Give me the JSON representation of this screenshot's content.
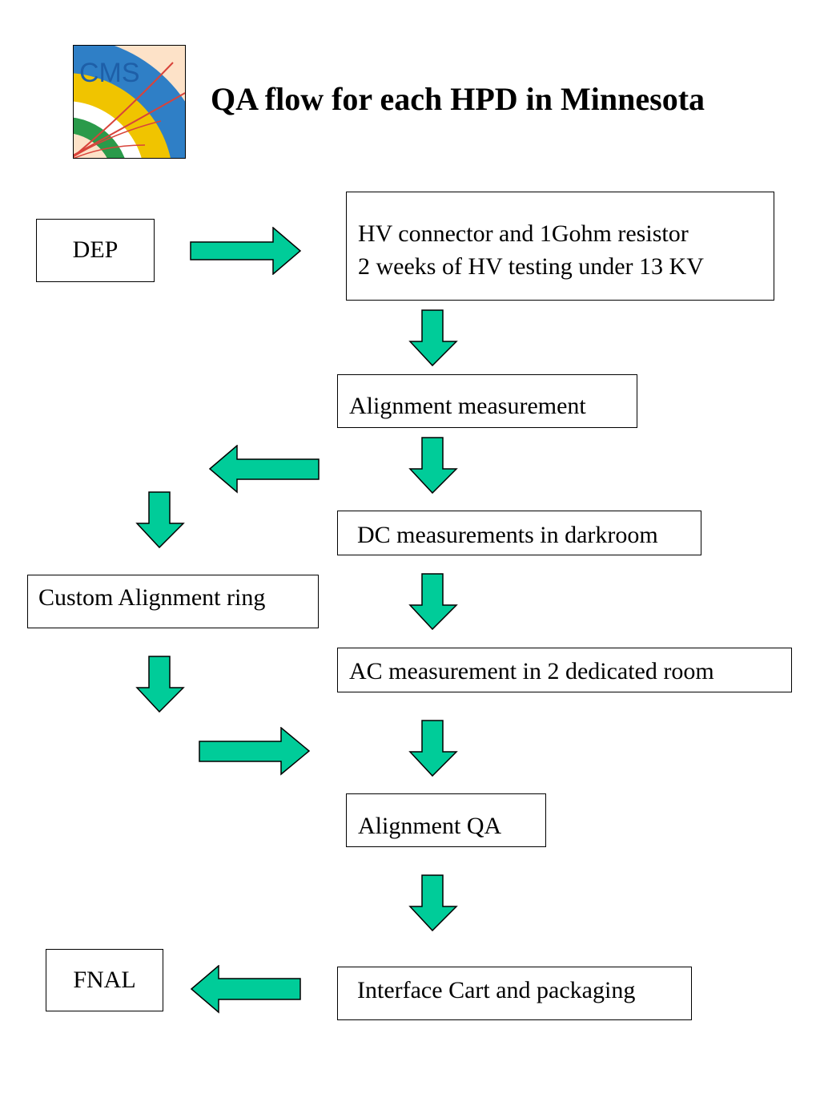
{
  "title": "QA flow for each HPD in Minnesota",
  "logo": {
    "text": "CMS"
  },
  "boxes": {
    "dep": "DEP",
    "hv": {
      "line1": "HV connector and 1Gohm resistor",
      "line2": "2 weeks of HV testing under 13 KV"
    },
    "alignment": "Alignment measurement",
    "dc": "DC measurements in darkroom",
    "custom": "Custom Alignment ring",
    "ac": "AC measurement in 2 dedicated room",
    "alignment_qa": "Alignment QA",
    "fnal": "FNAL",
    "interface": "Interface Cart and packaging"
  },
  "colors": {
    "arrow_fill": "#00cc99",
    "border": "#000000"
  }
}
